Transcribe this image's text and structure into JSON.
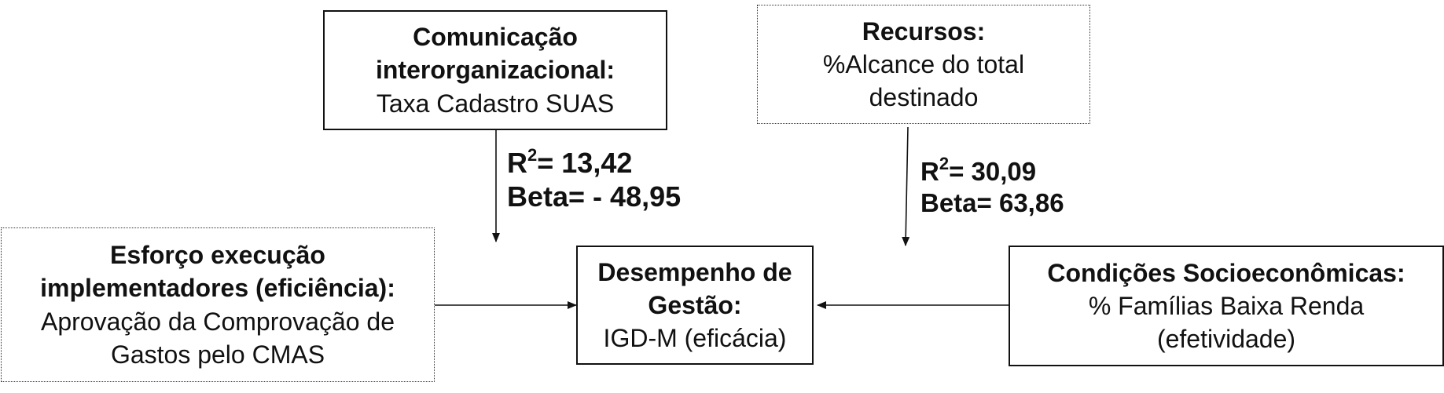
{
  "boxes": {
    "comunicacao": {
      "title_line1": "Comunicação",
      "title_line2": "interorganizacional:",
      "text_line1": "Taxa Cadastro SUAS"
    },
    "recursos": {
      "title_line1": "Recursos:",
      "text_line1": "%Alcance do total",
      "text_line2": "destinado"
    },
    "esforco": {
      "title_line1": "Esforço execução",
      "title_line2": "implementadores (eficiência):",
      "text_line1": "Aprovação da Comprovação de",
      "text_line2": "Gastos pelo CMAS"
    },
    "desempenho": {
      "title_line1": "Desempenho de",
      "title_line2": "Gestão:",
      "text_line1": "IGD-M (eficácia)"
    },
    "condicoes": {
      "title_line1": "Condições Socioeconômicas:",
      "text_line1": "% Famílias Baixa Renda",
      "text_line2": "(efetividade)"
    }
  },
  "stats": {
    "left": {
      "r_label": "R",
      "r_exp": "2",
      "r_value": "= 13,42",
      "beta": "Beta= - 48,95"
    },
    "right": {
      "r_label": "R",
      "r_exp": "2",
      "r_value": "= 30,09",
      "beta": "Beta= 63,86"
    }
  }
}
